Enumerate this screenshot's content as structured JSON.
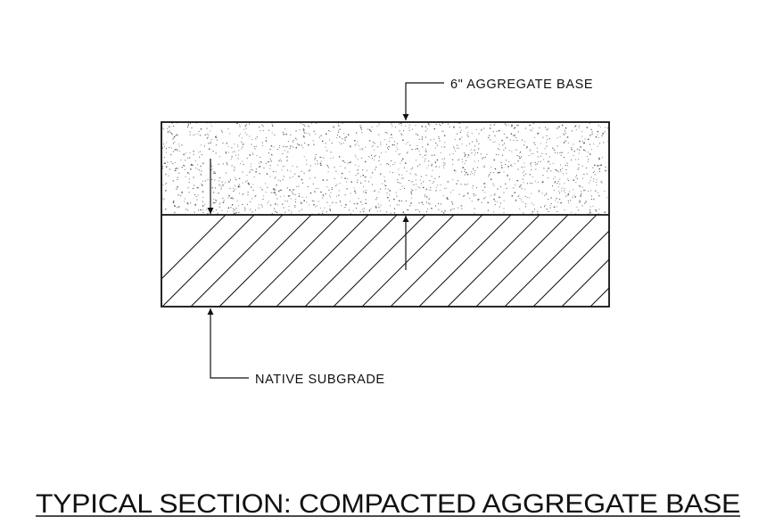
{
  "diagram": {
    "title": "TYPICAL SECTION: COMPACTED AGGREGATE BASE",
    "labels": {
      "aggregate_base": "6\" AGGREGATE BASE",
      "native_subgrade": "NATIVE SUBGRADE"
    },
    "layers": [
      {
        "name": "aggregate base",
        "fill": "stipple"
      },
      {
        "name": "native subgrade",
        "fill": "diagonal hatch"
      }
    ],
    "colors": {
      "line": "#111111",
      "background": "#ffffff"
    }
  }
}
